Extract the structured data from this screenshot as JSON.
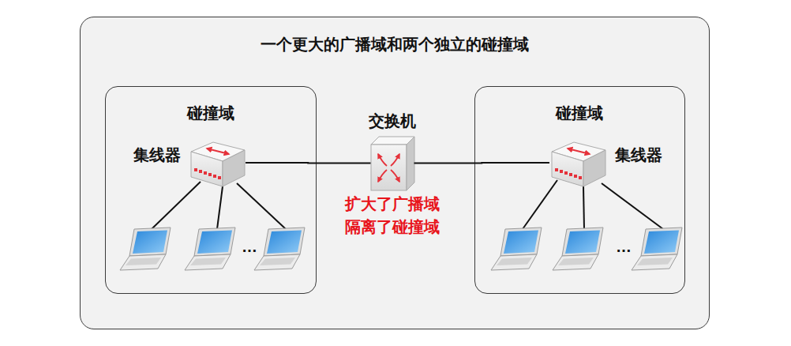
{
  "diagram": {
    "nodes": [
      {
        "text": [
          "一个更大的广播域和两个独立的碰撞域"
        ]
      },
      {
        "text": [
          "碰撞域"
        ],
        "in": 0
      },
      {
        "text": [
          "集线器"
        ],
        "in": 1
      },
      {
        "text": [
          "交换机",
          "扩大了广播域",
          "隔离了碰撞域"
        ],
        "in": 0
      },
      {
        "text": [
          "碰撞域"
        ],
        "in": 0
      },
      {
        "text": [
          "集线器"
        ],
        "in": 4
      }
    ],
    "edges": [
      {
        "from": 2,
        "to": 3,
        "arrow": "none"
      },
      {
        "from": 3,
        "to": 5,
        "arrow": "none"
      }
    ],
    "labels": [
      "…",
      "…"
    ]
  }
}
